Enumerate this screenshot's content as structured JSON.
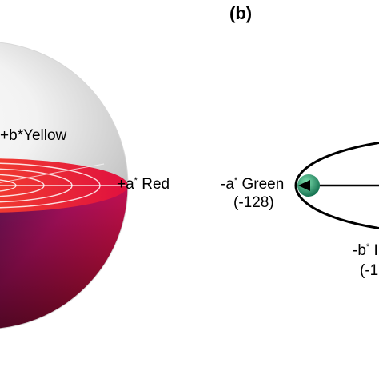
{
  "panel_label": "(b)",
  "sphere_labels": {
    "yellow_axis": "+b*Yellow",
    "red_axis_sign_letter": "+a",
    "red_axis_name": " Red"
  },
  "ellipse_labels": {
    "green_axis_sign_letter": "-a",
    "green_axis_name": " Green",
    "green_axis_value": "(-128)",
    "blue_axis_sign_letter": "-b",
    "blue_axis_name": " I",
    "blue_axis_value": "(-1"
  },
  "superscript": "*",
  "colors": {
    "green_dot": "#1f8f6a",
    "red_magenta": "#d0104f",
    "orange_ring": "#f07020"
  }
}
